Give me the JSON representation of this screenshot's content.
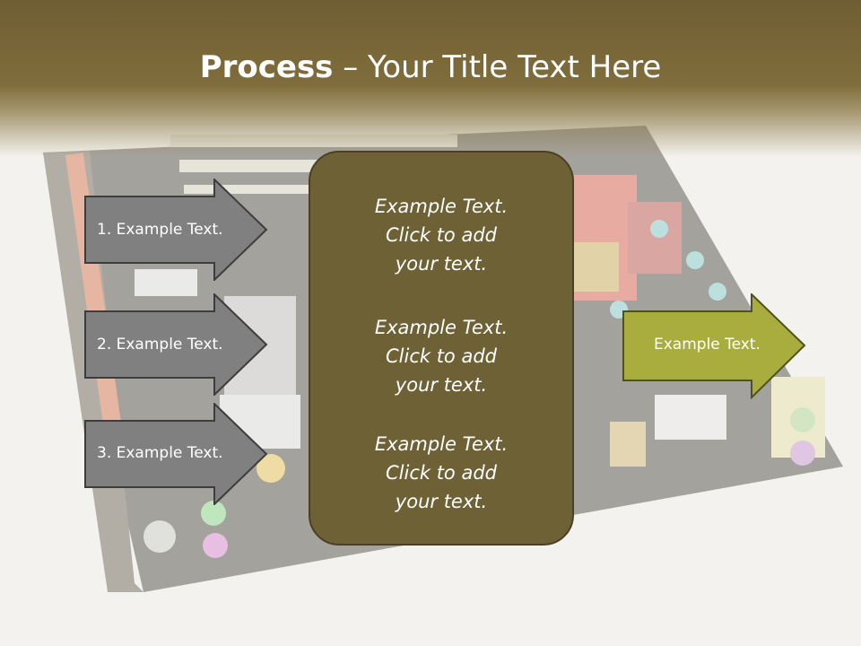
{
  "title": {
    "bold": "Process",
    "rest": " – Your Title Text Here"
  },
  "left_arrows": [
    {
      "label": "1. Example Text."
    },
    {
      "label": "2. Example Text."
    },
    {
      "label": "3. Example Text."
    }
  ],
  "center_box": {
    "blocks": [
      {
        "line1": "Example Text.",
        "line2": "Click  to add",
        "line3": "your text."
      },
      {
        "line1": "Example Text.",
        "line2": "Click  to add",
        "line3": "your text."
      },
      {
        "line1": "Example Text.",
        "line2": "Click  to add",
        "line3": "your text."
      }
    ]
  },
  "right_arrow": {
    "label": "Example Text."
  },
  "colors": {
    "title_band": "#806d3c",
    "center_box_fill": "#6f6136",
    "left_arrow_fill": "#808080",
    "right_arrow_fill": "#a9ad3e"
  }
}
